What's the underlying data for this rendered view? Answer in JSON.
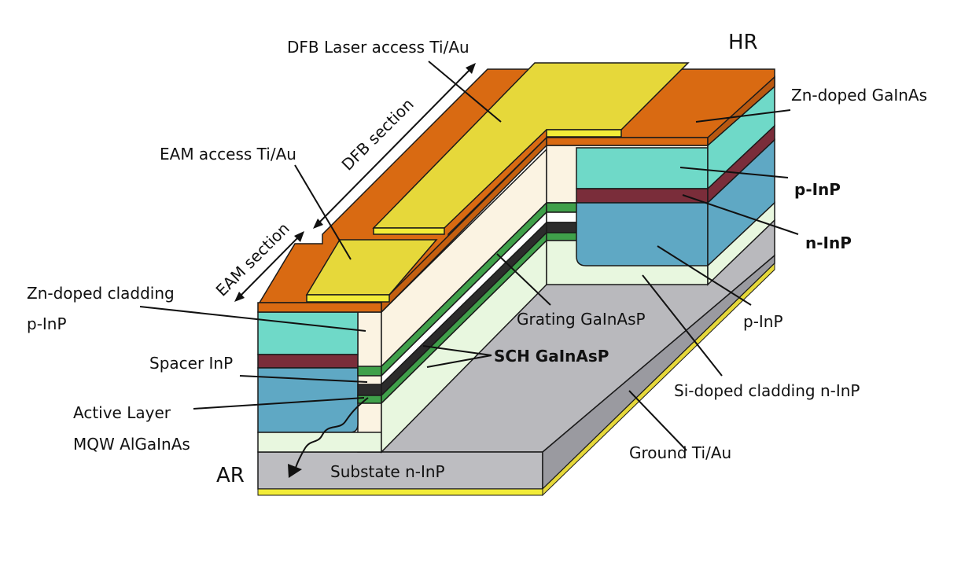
{
  "colors": {
    "gold": "#e6d83a",
    "orange": "#d96a12",
    "cyan": "#6fd9c8",
    "maroon": "#7a2d3a",
    "blue": "#5fa8c4",
    "cream": "#fbf3e2",
    "green": "#3fa04a",
    "dark_green": "#2c2c2c",
    "pale_green": "#e8f7df",
    "gray": "#b9b9bd",
    "yellow": "#f2ec38"
  },
  "labels": {
    "dfb_laser_access": "DFB Laser access Ti/Au",
    "hr": "HR",
    "zn_doped_gainas": "Zn-doped GaInAs",
    "dfb_section": "DFB section",
    "eam_access": "EAM access Ti/Au",
    "p_inp_bold": "p-InP",
    "n_inp_bold": "n-InP",
    "eam_section": "EAM section",
    "zn_doped_cladding": "Zn-doped cladding",
    "zn_cladding_p_inp": "p-InP",
    "grating": "Grating GaInAsP",
    "p_inp_right": "p-InP",
    "spacer": "Spacer InP",
    "sch": "SCH GaInAsP",
    "si_doped_cladding": "Si-doped cladding n-InP",
    "active_layer": "Active Layer",
    "mqw": "MQW AlGaInAs",
    "ground": "Ground Ti/Au",
    "ar": "AR",
    "substrate": "Substate n-InP"
  }
}
